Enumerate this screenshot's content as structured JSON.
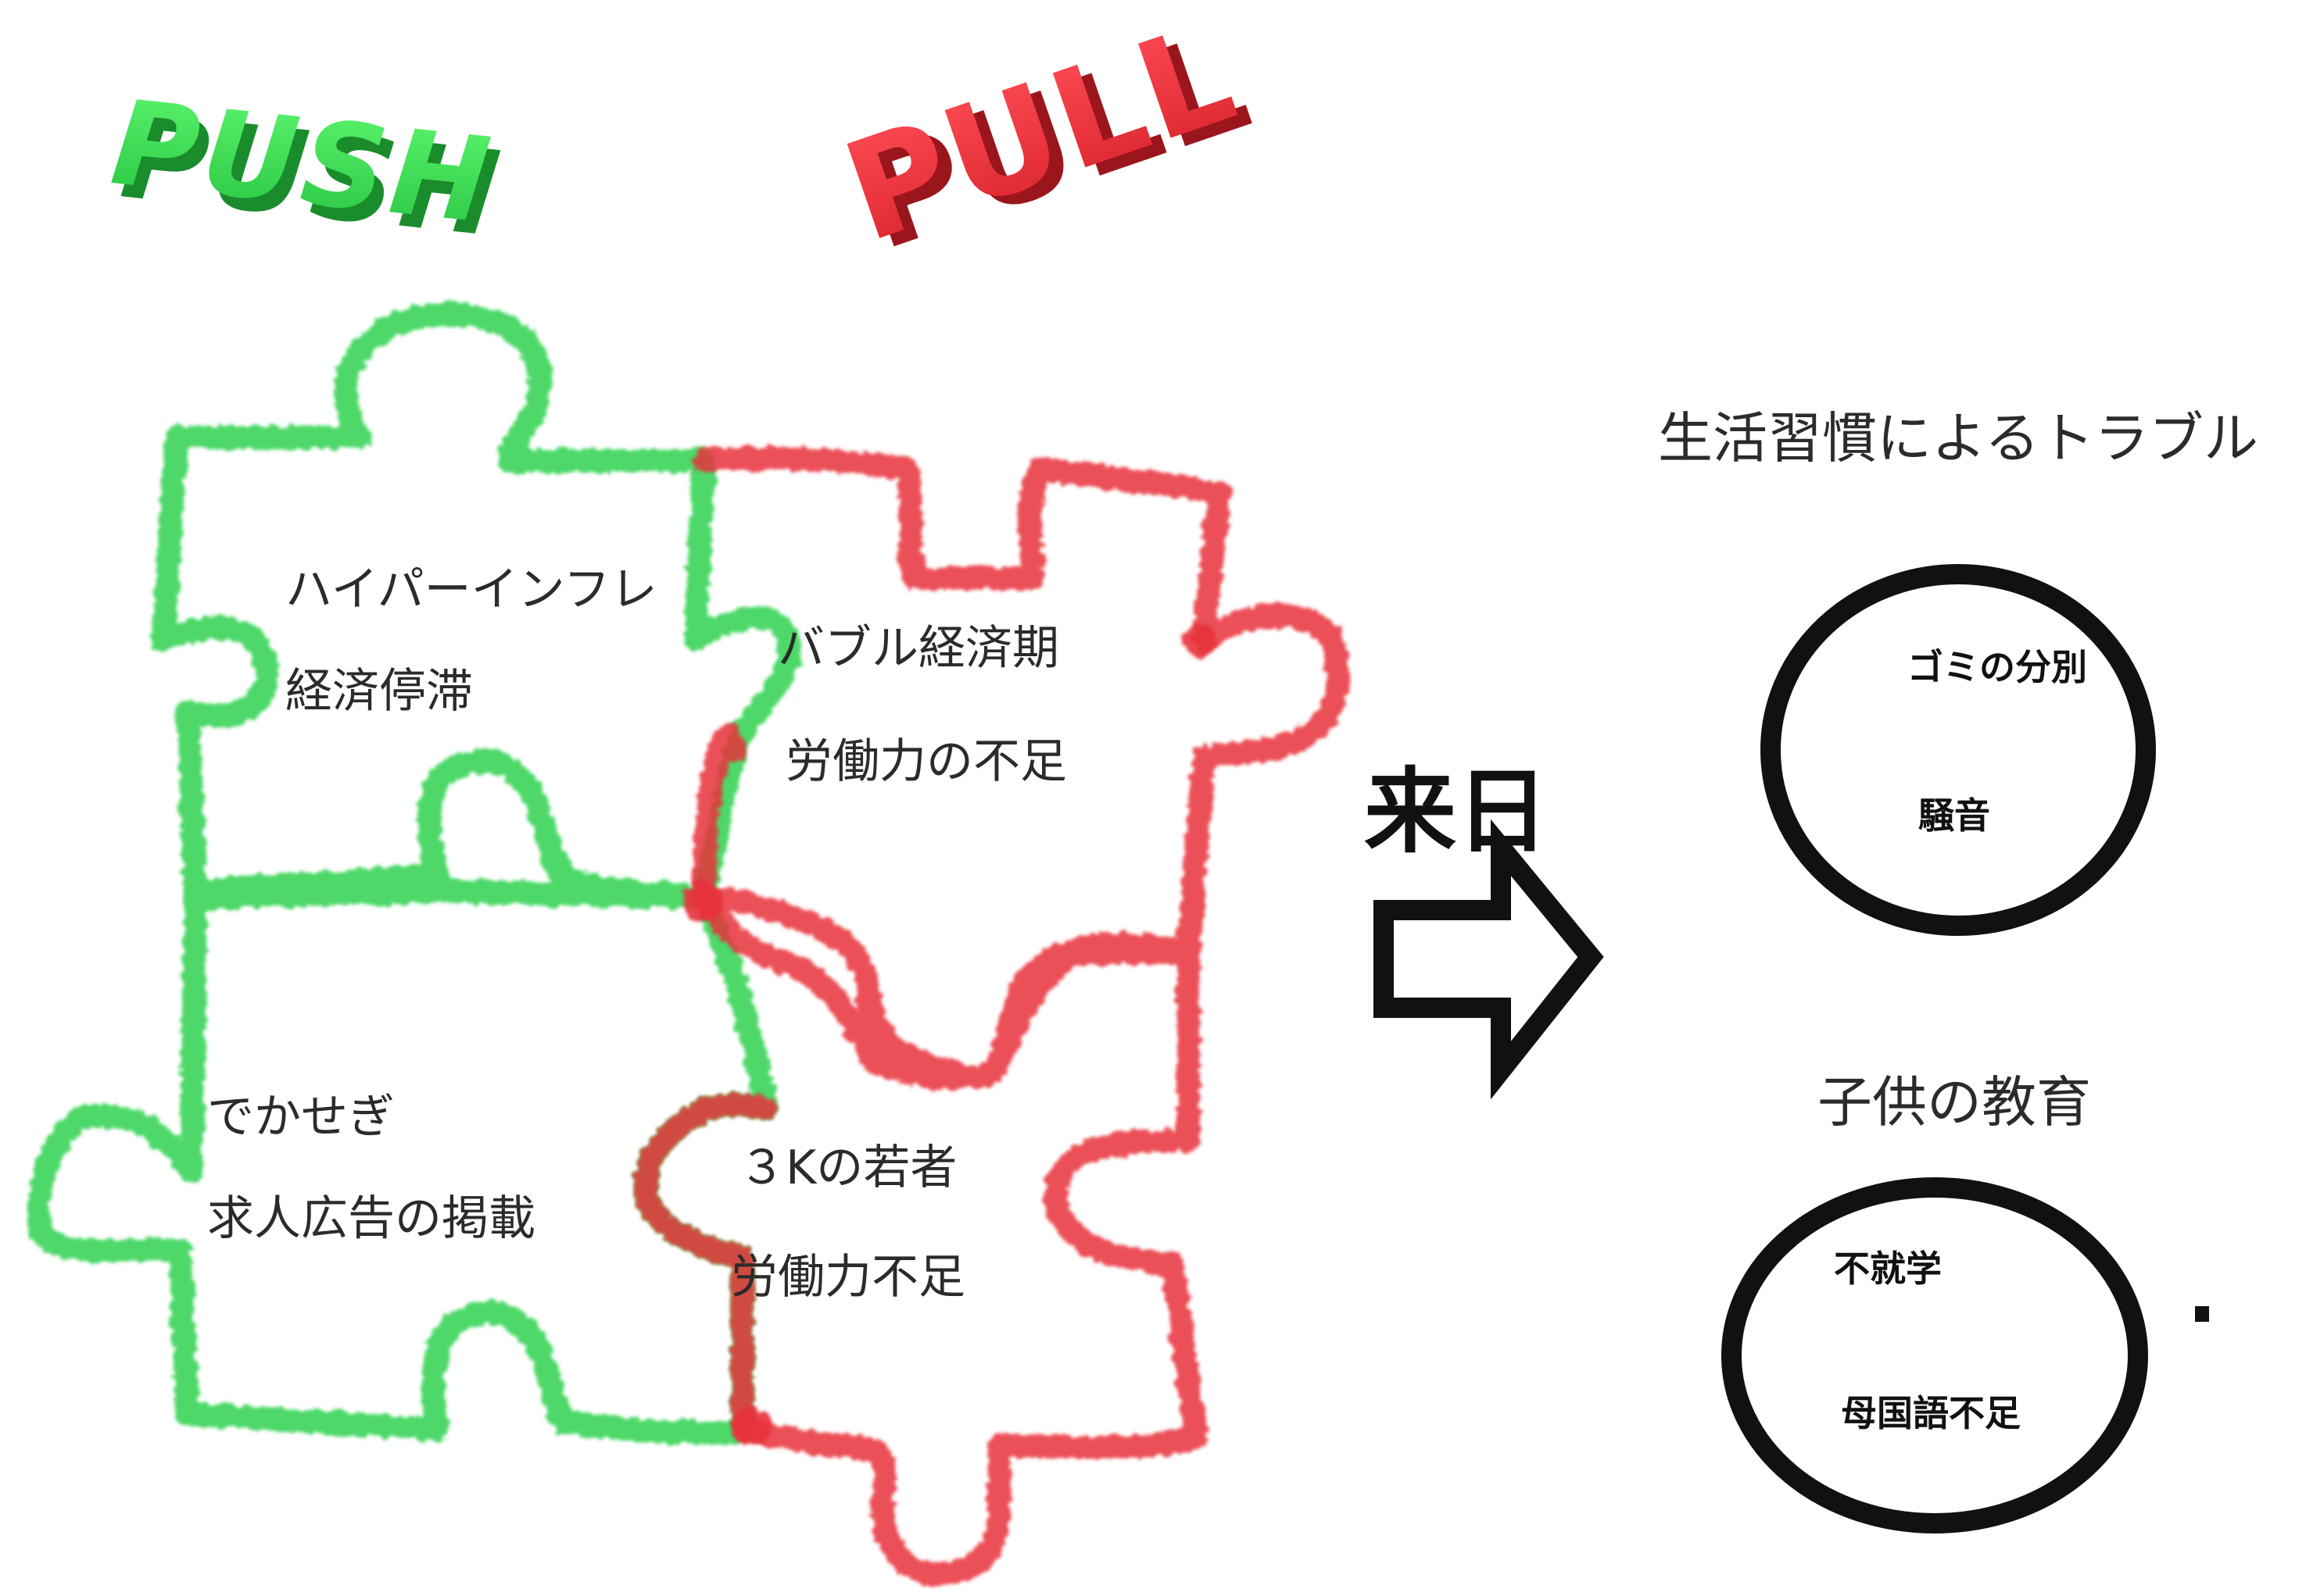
{
  "title_push": "PUSH",
  "title_pull": "PULL",
  "colors": {
    "push": "#2fd24f",
    "pull": "#e8323a",
    "ink": "#111111",
    "text": "#2b2b2b"
  },
  "push_pieces": [
    {
      "lines": [
        "ハイパーインフレ",
        "経済停滞"
      ]
    },
    {
      "lines": [
        "でかせぎ",
        "求人広告の掲載"
      ]
    }
  ],
  "pull_pieces": [
    {
      "lines": [
        "バブル経済期",
        "労働力の不足"
      ]
    },
    {
      "lines": [
        "３Kの若者",
        "労働力不足"
      ]
    }
  ],
  "arrow_label": "来日",
  "problems": [
    {
      "heading": "生活習慣によるトラブル",
      "items": [
        "ゴミの分別",
        "騒音"
      ]
    },
    {
      "heading": "子供の教育",
      "items": [
        "不就学",
        "母国語不足"
      ]
    }
  ],
  "icons": {
    "puzzle": "jigsaw-puzzle-icon",
    "arrow": "right-arrow-icon"
  }
}
